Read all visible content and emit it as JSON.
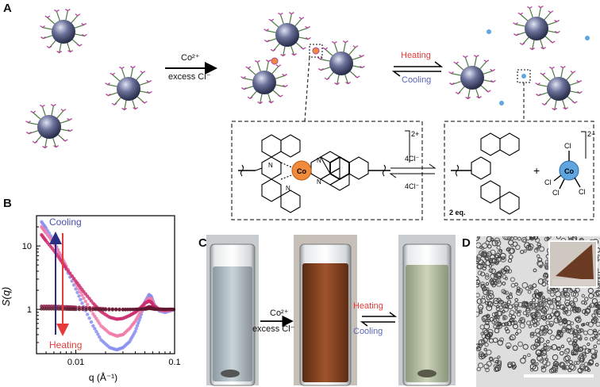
{
  "panels": {
    "a": "A",
    "b": "B",
    "c": "C",
    "d": "D"
  },
  "panel_a": {
    "reagent_top": "Co²⁺",
    "reagent_bottom": "excess Cl⁻",
    "heating": "Heating",
    "cooling": "Cooling",
    "complex_charge": "2+",
    "metal_label": "Co",
    "forward_reagent": "4Cl⁻",
    "reverse_reagent": "4Cl⁻",
    "equivalents": "2 eq.",
    "plus": "+",
    "anion_charge": "2−",
    "chloride": "Cl"
  },
  "panel_b": {
    "ylabel": "S(q)",
    "xlabel": "q (Å⁻¹)",
    "cooling": "Cooling",
    "heating": "Heating"
  },
  "panel_c": {
    "reagent_top": "Co²⁺",
    "reagent_bottom": "excess Cl⁻",
    "heating": "Heating",
    "cooling": "Cooling"
  },
  "chart_data": {
    "type": "scatter",
    "title": "",
    "xlabel": "q (Å⁻¹)",
    "ylabel": "S(q)",
    "x_scale": "log",
    "y_scale": "log",
    "xlim": [
      0.004,
      0.1
    ],
    "ylim": [
      0.2,
      30
    ],
    "x_ticks": [
      "0.01",
      "0.1"
    ],
    "y_ticks": [
      "1",
      "10"
    ],
    "annotations": [
      "Cooling",
      "Heating"
    ],
    "series": [
      {
        "color": "#8a8ef0",
        "points": [
          [
            0.0045,
            24
          ],
          [
            0.005,
            19
          ],
          [
            0.006,
            12
          ],
          [
            0.007,
            7
          ],
          [
            0.008,
            4.3
          ],
          [
            0.01,
            2.1
          ],
          [
            0.012,
            1.1
          ],
          [
            0.015,
            0.55
          ],
          [
            0.018,
            0.33
          ],
          [
            0.022,
            0.25
          ],
          [
            0.026,
            0.23
          ],
          [
            0.03,
            0.25
          ],
          [
            0.035,
            0.31
          ],
          [
            0.04,
            0.45
          ],
          [
            0.045,
            0.75
          ],
          [
            0.05,
            1.3
          ],
          [
            0.055,
            1.7
          ],
          [
            0.058,
            1.6
          ],
          [
            0.062,
            1.2
          ],
          [
            0.07,
            0.95
          ],
          [
            0.08,
            0.9
          ],
          [
            0.09,
            0.95
          ],
          [
            0.1,
            1.0
          ]
        ]
      },
      {
        "color": "#f07aa8",
        "points": [
          [
            0.0045,
            20
          ],
          [
            0.005,
            16
          ],
          [
            0.006,
            11
          ],
          [
            0.007,
            7.2
          ],
          [
            0.008,
            4.8
          ],
          [
            0.01,
            2.6
          ],
          [
            0.012,
            1.5
          ],
          [
            0.015,
            0.85
          ],
          [
            0.018,
            0.55
          ],
          [
            0.022,
            0.42
          ],
          [
            0.026,
            0.38
          ],
          [
            0.03,
            0.4
          ],
          [
            0.035,
            0.5
          ],
          [
            0.04,
            0.65
          ],
          [
            0.045,
            0.9
          ],
          [
            0.05,
            1.25
          ],
          [
            0.055,
            1.5
          ],
          [
            0.058,
            1.45
          ],
          [
            0.062,
            1.15
          ],
          [
            0.07,
            0.98
          ],
          [
            0.08,
            0.95
          ],
          [
            0.09,
            0.98
          ],
          [
            0.1,
            1.0
          ]
        ]
      },
      {
        "color": "#cc2e6e",
        "points": [
          [
            0.0045,
            15
          ],
          [
            0.005,
            12
          ],
          [
            0.006,
            8.5
          ],
          [
            0.007,
            6
          ],
          [
            0.008,
            4.4
          ],
          [
            0.01,
            2.8
          ],
          [
            0.012,
            1.9
          ],
          [
            0.015,
            1.25
          ],
          [
            0.018,
            0.92
          ],
          [
            0.022,
            0.75
          ],
          [
            0.026,
            0.7
          ],
          [
            0.03,
            0.72
          ],
          [
            0.035,
            0.8
          ],
          [
            0.04,
            0.9
          ],
          [
            0.045,
            1.05
          ],
          [
            0.05,
            1.25
          ],
          [
            0.055,
            1.35
          ],
          [
            0.058,
            1.3
          ],
          [
            0.062,
            1.12
          ],
          [
            0.07,
            1.0
          ],
          [
            0.08,
            0.98
          ],
          [
            0.09,
            1.0
          ],
          [
            0.1,
            1.0
          ]
        ]
      },
      {
        "color": "#8b1f48",
        "points": [
          [
            0.0045,
            1.12
          ],
          [
            0.006,
            1.12
          ],
          [
            0.008,
            1.1
          ],
          [
            0.01,
            1.08
          ],
          [
            0.015,
            1.05
          ],
          [
            0.02,
            1.02
          ],
          [
            0.03,
            1.0
          ],
          [
            0.04,
            1.0
          ],
          [
            0.05,
            1.03
          ],
          [
            0.055,
            1.1
          ],
          [
            0.058,
            1.08
          ],
          [
            0.065,
            1.02
          ],
          [
            0.08,
            1.0
          ],
          [
            0.1,
            1.0
          ]
        ]
      },
      {
        "color": "#5e1a2e",
        "points": [
          [
            0.0045,
            1.02
          ],
          [
            0.006,
            1.02
          ],
          [
            0.008,
            1.01
          ],
          [
            0.01,
            1.0
          ],
          [
            0.015,
            1.0
          ],
          [
            0.02,
            0.99
          ],
          [
            0.03,
            0.99
          ],
          [
            0.04,
            1.0
          ],
          [
            0.05,
            1.01
          ],
          [
            0.055,
            1.04
          ],
          [
            0.058,
            1.03
          ],
          [
            0.065,
            1.0
          ],
          [
            0.08,
            1.0
          ],
          [
            0.1,
            1.0
          ]
        ]
      }
    ]
  }
}
